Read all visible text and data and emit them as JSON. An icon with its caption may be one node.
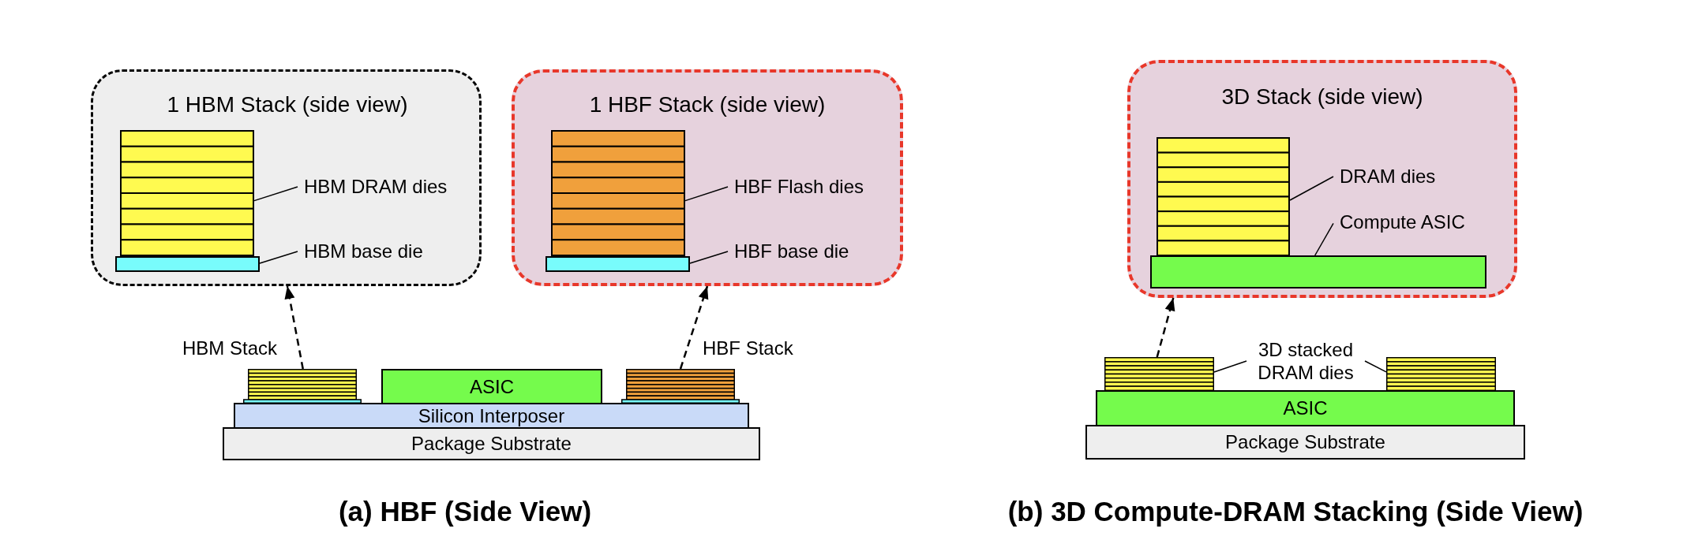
{
  "diagram": {
    "nodes": [
      {
        "text": [
          "1 HBM Stack (side view)"
        ]
      },
      {
        "text": [],
        "shape": "stack",
        "in": 0
      },
      {
        "text": [],
        "shape": "bar",
        "in": 0
      },
      {
        "text": [
          "HBM DRAM dies"
        ],
        "in": 0
      },
      {
        "text": [
          "HBM base die"
        ],
        "in": 0
      },
      {
        "text": [
          "1 HBF Stack (side view)"
        ]
      },
      {
        "text": [],
        "shape": "stack",
        "in": 5
      },
      {
        "text": [],
        "shape": "bar",
        "in": 5
      },
      {
        "text": [
          "HBF Flash dies"
        ],
        "in": 5
      },
      {
        "text": [
          "HBF base die"
        ],
        "in": 5
      },
      {
        "text": [],
        "shape": "stack",
        "beside": [
          "HBM Stack"
        ]
      },
      {
        "text": [
          "ASIC"
        ]
      },
      {
        "text": [],
        "shape": "stack",
        "beside": [
          "HBF Stack"
        ]
      },
      {
        "text": [
          "Silicon Interposer"
        ]
      },
      {
        "text": [
          "Package Substrate"
        ]
      },
      {
        "text": [
          "3D Stack (side view)"
        ]
      },
      {
        "text": [],
        "shape": "stack",
        "in": 15
      },
      {
        "text": [],
        "shape": "bar",
        "in": 15
      },
      {
        "text": [
          "DRAM dies"
        ],
        "in": 15
      },
      {
        "text": [
          "Compute ASIC"
        ],
        "in": 15
      },
      {
        "text": [],
        "shape": "stack"
      },
      {
        "text": [
          "3D stacked DRAM dies"
        ]
      },
      {
        "text": [],
        "shape": "stack"
      },
      {
        "text": [
          "ASIC"
        ]
      },
      {
        "text": [
          "Package Substrate"
        ]
      }
    ],
    "edges": [
      {
        "from": 3,
        "to": 1,
        "arrow": "none"
      },
      {
        "from": 4,
        "to": 2,
        "arrow": "none"
      },
      {
        "from": 8,
        "to": 6,
        "arrow": "none"
      },
      {
        "from": 9,
        "to": 7,
        "arrow": "none"
      },
      {
        "from": 10,
        "to": 0,
        "arrow": "to",
        "style": "dashed"
      },
      {
        "from": 12,
        "to": 5,
        "arrow": "to",
        "style": "dashed"
      },
      {
        "from": 18,
        "to": 16,
        "arrow": "none"
      },
      {
        "from": 19,
        "to": 17,
        "arrow": "none"
      },
      {
        "from": 21,
        "to": 20,
        "arrow": "none"
      },
      {
        "from": 21,
        "to": 22,
        "arrow": "none"
      },
      {
        "from": 20,
        "to": 15,
        "arrow": "to",
        "style": "dashed"
      }
    ],
    "labels": [
      "(a) HBF (Side View)",
      "(b) 3D Compute-DRAM Stacking (Side View)"
    ]
  }
}
